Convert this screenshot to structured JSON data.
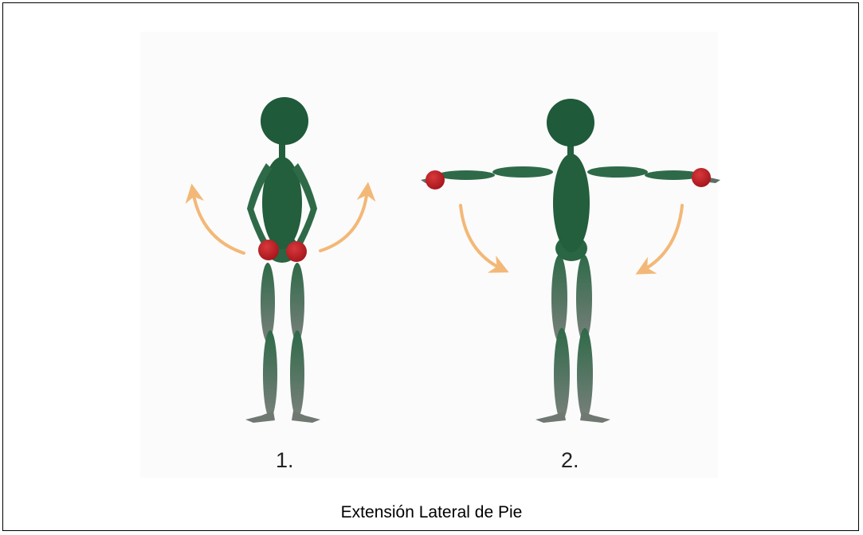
{
  "steps": [
    {
      "label": "1."
    },
    {
      "label": "2."
    }
  ],
  "caption": "Extensión Lateral de Pie",
  "colors": {
    "figure": "#2e6a48",
    "head": "#1f5a3a",
    "weight": "#b5191e",
    "arrow": "#f3b877"
  }
}
